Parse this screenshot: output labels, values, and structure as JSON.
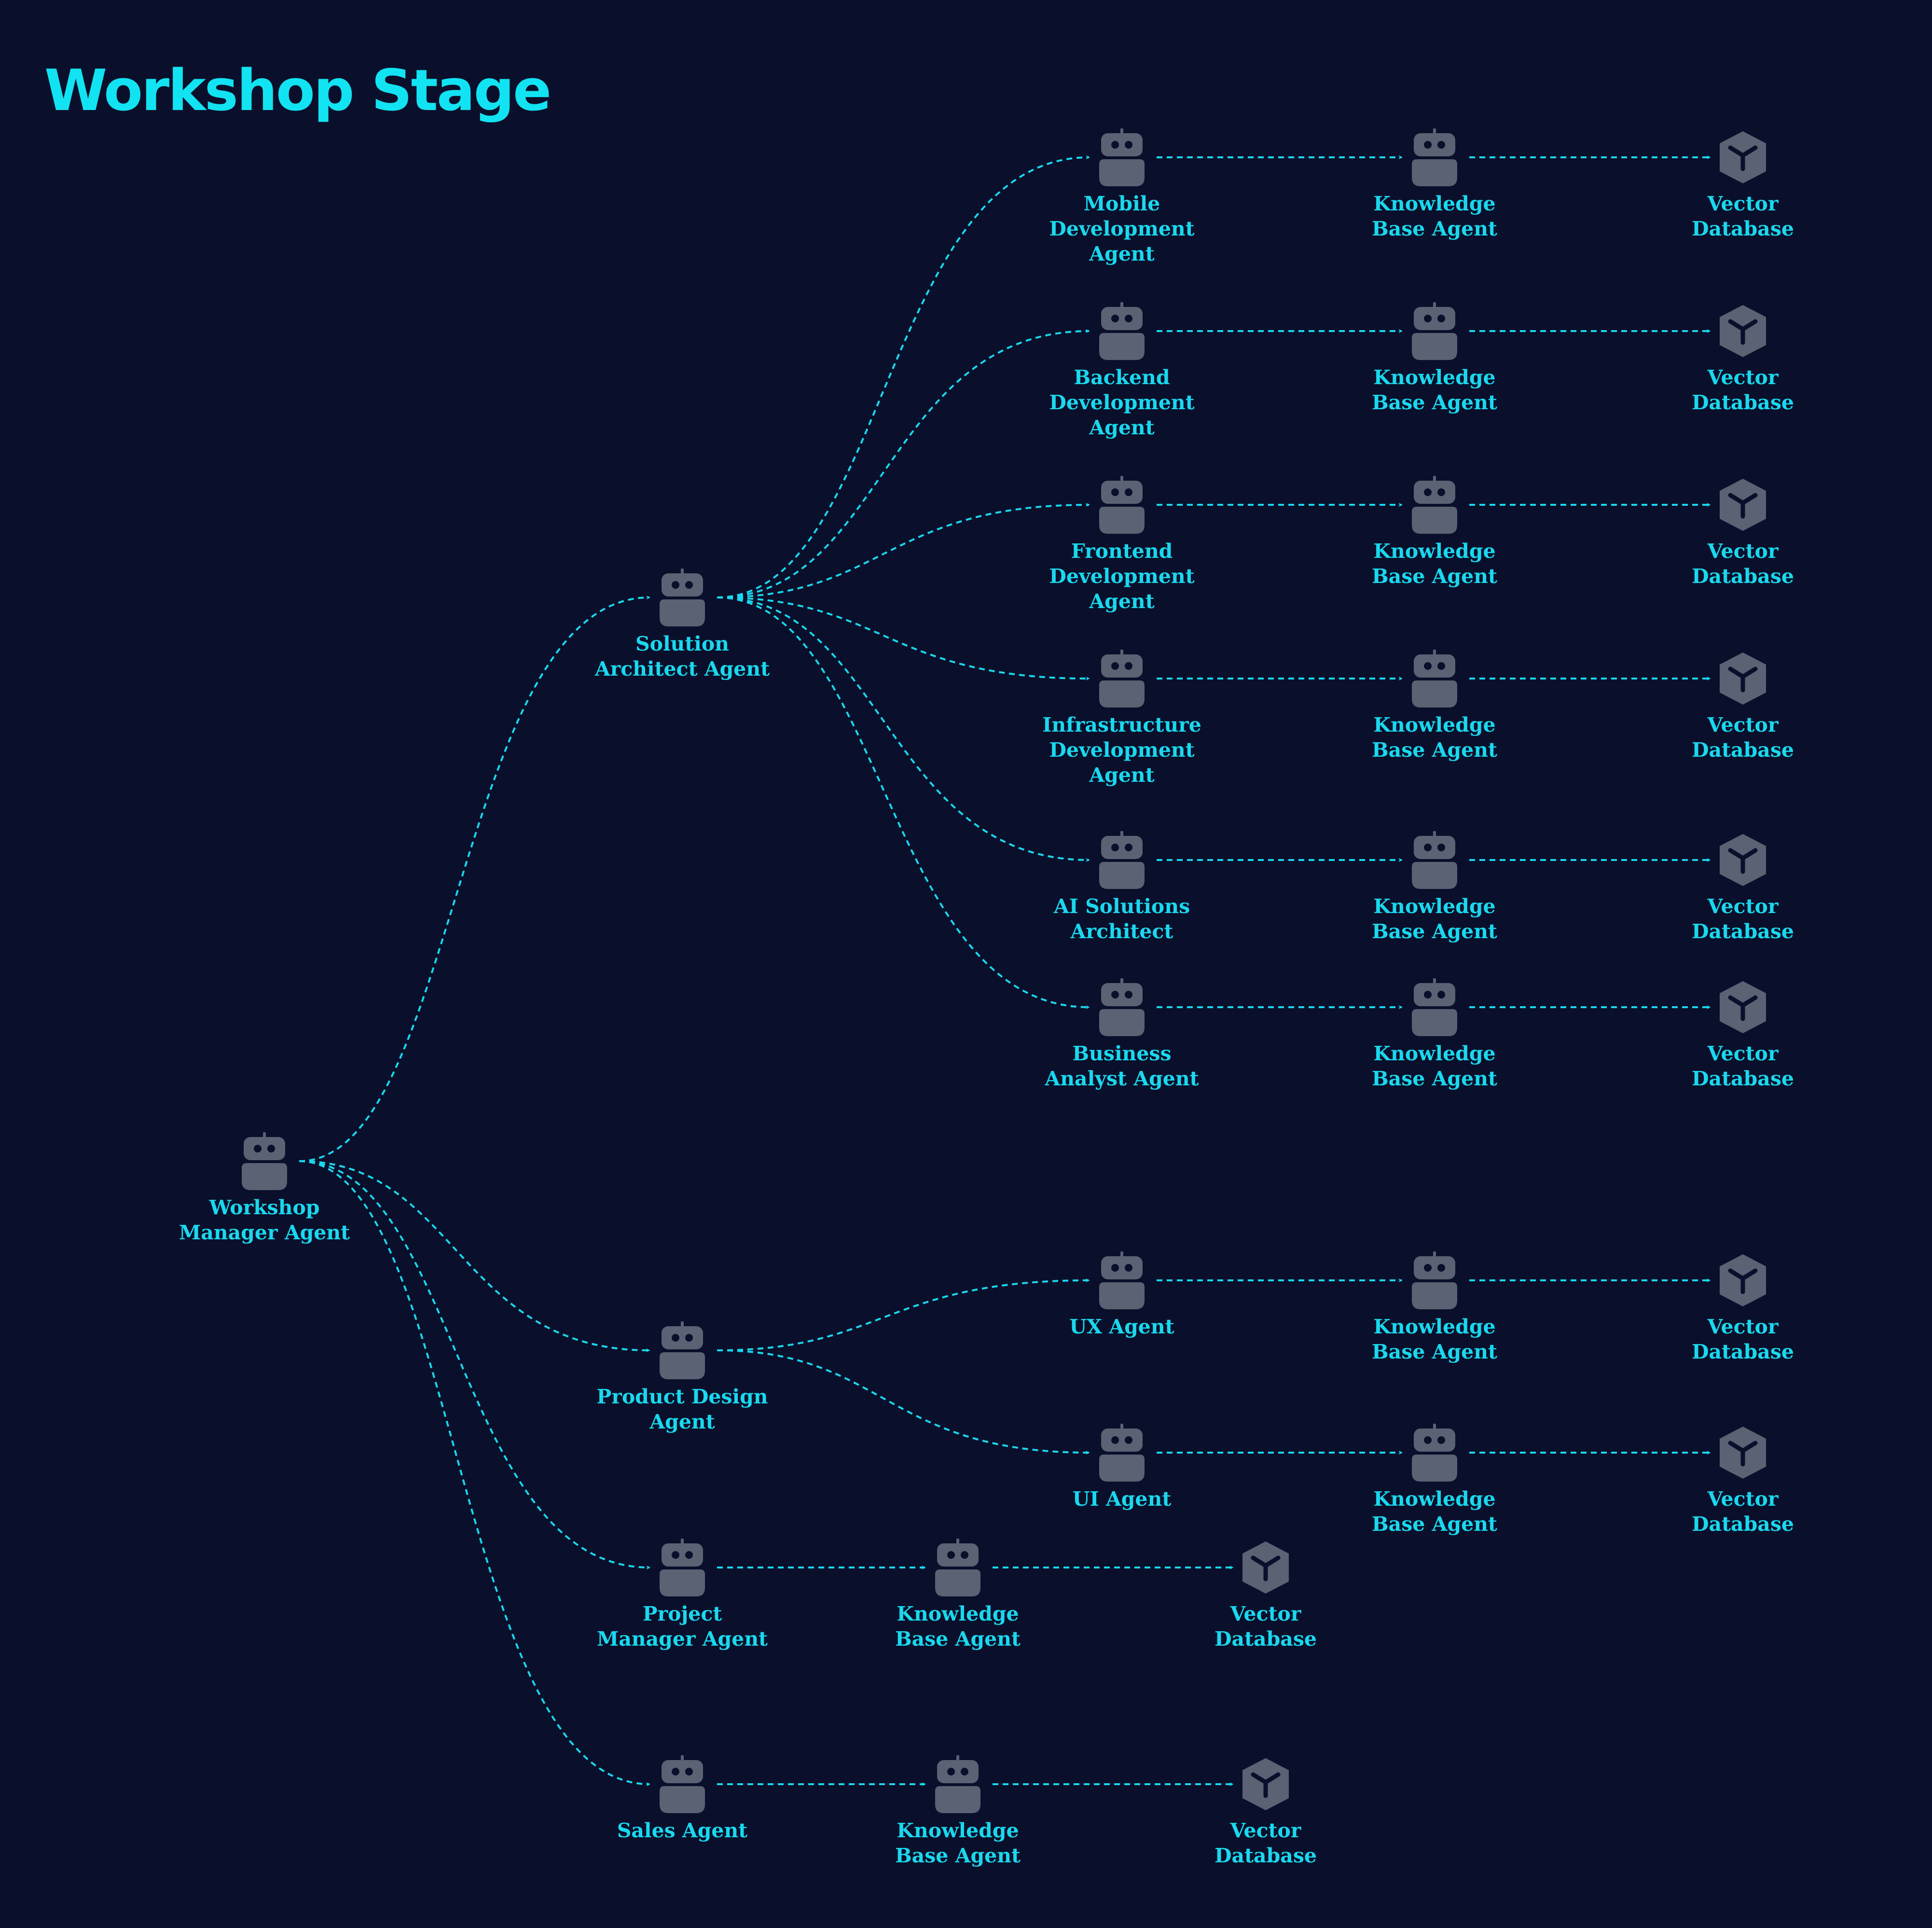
{
  "title": "Workshop Stage",
  "colors": {
    "background": "#0a102b",
    "accent": "#1ad8ee",
    "icon": "#5a6273"
  },
  "nodes": [
    {
      "id": "workshop",
      "label": "Workshop\nManager Agent",
      "icon": "robot-icon"
    },
    {
      "id": "solution",
      "label": "Solution\nArchitect Agent",
      "icon": "robot-icon"
    },
    {
      "id": "product",
      "label": "Product Design\nAgent",
      "icon": "robot-icon"
    },
    {
      "id": "pm",
      "label": "Project\nManager Agent",
      "icon": "robot-icon"
    },
    {
      "id": "sales",
      "label": "Sales Agent",
      "icon": "robot-icon"
    },
    {
      "id": "mobile",
      "label": "Mobile\nDevelopment\nAgent",
      "icon": "robot-icon"
    },
    {
      "id": "backend",
      "label": "Backend\nDevelopment\nAgent",
      "icon": "robot-icon"
    },
    {
      "id": "frontend",
      "label": "Frontend\nDevelopment\nAgent",
      "icon": "robot-icon"
    },
    {
      "id": "infra",
      "label": "Infrastructure\nDevelopment\nAgent",
      "icon": "robot-icon"
    },
    {
      "id": "ai",
      "label": "AI Solutions\nArchitect",
      "icon": "robot-icon"
    },
    {
      "id": "ba",
      "label": "Business\nAnalyst Agent",
      "icon": "robot-icon"
    },
    {
      "id": "ux",
      "label": "UX Agent",
      "icon": "robot-icon"
    },
    {
      "id": "ui",
      "label": "UI Agent",
      "icon": "robot-icon"
    },
    {
      "id": "kb-mobile",
      "label": "Knowledge\nBase Agent",
      "icon": "robot-icon"
    },
    {
      "id": "kb-backend",
      "label": "Knowledge\nBase Agent",
      "icon": "robot-icon"
    },
    {
      "id": "kb-frontend",
      "label": "Knowledge\nBase Agent",
      "icon": "robot-icon"
    },
    {
      "id": "kb-infra",
      "label": "Knowledge\nBase Agent",
      "icon": "robot-icon"
    },
    {
      "id": "kb-ai",
      "label": "Knowledge\nBase Agent",
      "icon": "robot-icon"
    },
    {
      "id": "kb-ba",
      "label": "Knowledge\nBase Agent",
      "icon": "robot-icon"
    },
    {
      "id": "kb-ux",
      "label": "Knowledge\nBase Agent",
      "icon": "robot-icon"
    },
    {
      "id": "kb-ui",
      "label": "Knowledge\nBase Agent",
      "icon": "robot-icon"
    },
    {
      "id": "kb-pm",
      "label": "Knowledge\nBase Agent",
      "icon": "robot-icon"
    },
    {
      "id": "kb-sales",
      "label": "Knowledge\nBase Agent",
      "icon": "robot-icon"
    },
    {
      "id": "vdb-mobile",
      "label": "Vector\nDatabase",
      "icon": "database-cube-icon"
    },
    {
      "id": "vdb-backend",
      "label": "Vector\nDatabase",
      "icon": "database-cube-icon"
    },
    {
      "id": "vdb-frontend",
      "label": "Vector\nDatabase",
      "icon": "database-cube-icon"
    },
    {
      "id": "vdb-infra",
      "label": "Vector\nDatabase",
      "icon": "database-cube-icon"
    },
    {
      "id": "vdb-ai",
      "label": "Vector\nDatabase",
      "icon": "database-cube-icon"
    },
    {
      "id": "vdb-ba",
      "label": "Vector\nDatabase",
      "icon": "database-cube-icon"
    },
    {
      "id": "vdb-ux",
      "label": "Vector\nDatabase",
      "icon": "database-cube-icon"
    },
    {
      "id": "vdb-ui",
      "label": "Vector\nDatabase",
      "icon": "database-cube-icon"
    },
    {
      "id": "vdb-pm",
      "label": "Vector\nDatabase",
      "icon": "database-cube-icon"
    },
    {
      "id": "vdb-sales",
      "label": "Vector\nDatabase",
      "icon": "database-cube-icon"
    }
  ],
  "edges": [
    [
      "workshop",
      "solution"
    ],
    [
      "workshop",
      "product"
    ],
    [
      "workshop",
      "pm"
    ],
    [
      "workshop",
      "sales"
    ],
    [
      "solution",
      "mobile"
    ],
    [
      "solution",
      "backend"
    ],
    [
      "solution",
      "frontend"
    ],
    [
      "solution",
      "infra"
    ],
    [
      "solution",
      "ai"
    ],
    [
      "solution",
      "ba"
    ],
    [
      "product",
      "ux"
    ],
    [
      "product",
      "ui"
    ],
    [
      "mobile",
      "kb-mobile"
    ],
    [
      "backend",
      "kb-backend"
    ],
    [
      "frontend",
      "kb-frontend"
    ],
    [
      "infra",
      "kb-infra"
    ],
    [
      "ai",
      "kb-ai"
    ],
    [
      "ba",
      "kb-ba"
    ],
    [
      "ux",
      "kb-ux"
    ],
    [
      "ui",
      "kb-ui"
    ],
    [
      "pm",
      "kb-pm"
    ],
    [
      "sales",
      "kb-sales"
    ],
    [
      "kb-mobile",
      "vdb-mobile"
    ],
    [
      "kb-backend",
      "vdb-backend"
    ],
    [
      "kb-frontend",
      "vdb-frontend"
    ],
    [
      "kb-infra",
      "vdb-infra"
    ],
    [
      "kb-ai",
      "vdb-ai"
    ],
    [
      "kb-ba",
      "vdb-ba"
    ],
    [
      "kb-ux",
      "vdb-ux"
    ],
    [
      "kb-ui",
      "vdb-ui"
    ],
    [
      "kb-pm",
      "vdb-pm"
    ],
    [
      "kb-sales",
      "vdb-sales"
    ]
  ]
}
